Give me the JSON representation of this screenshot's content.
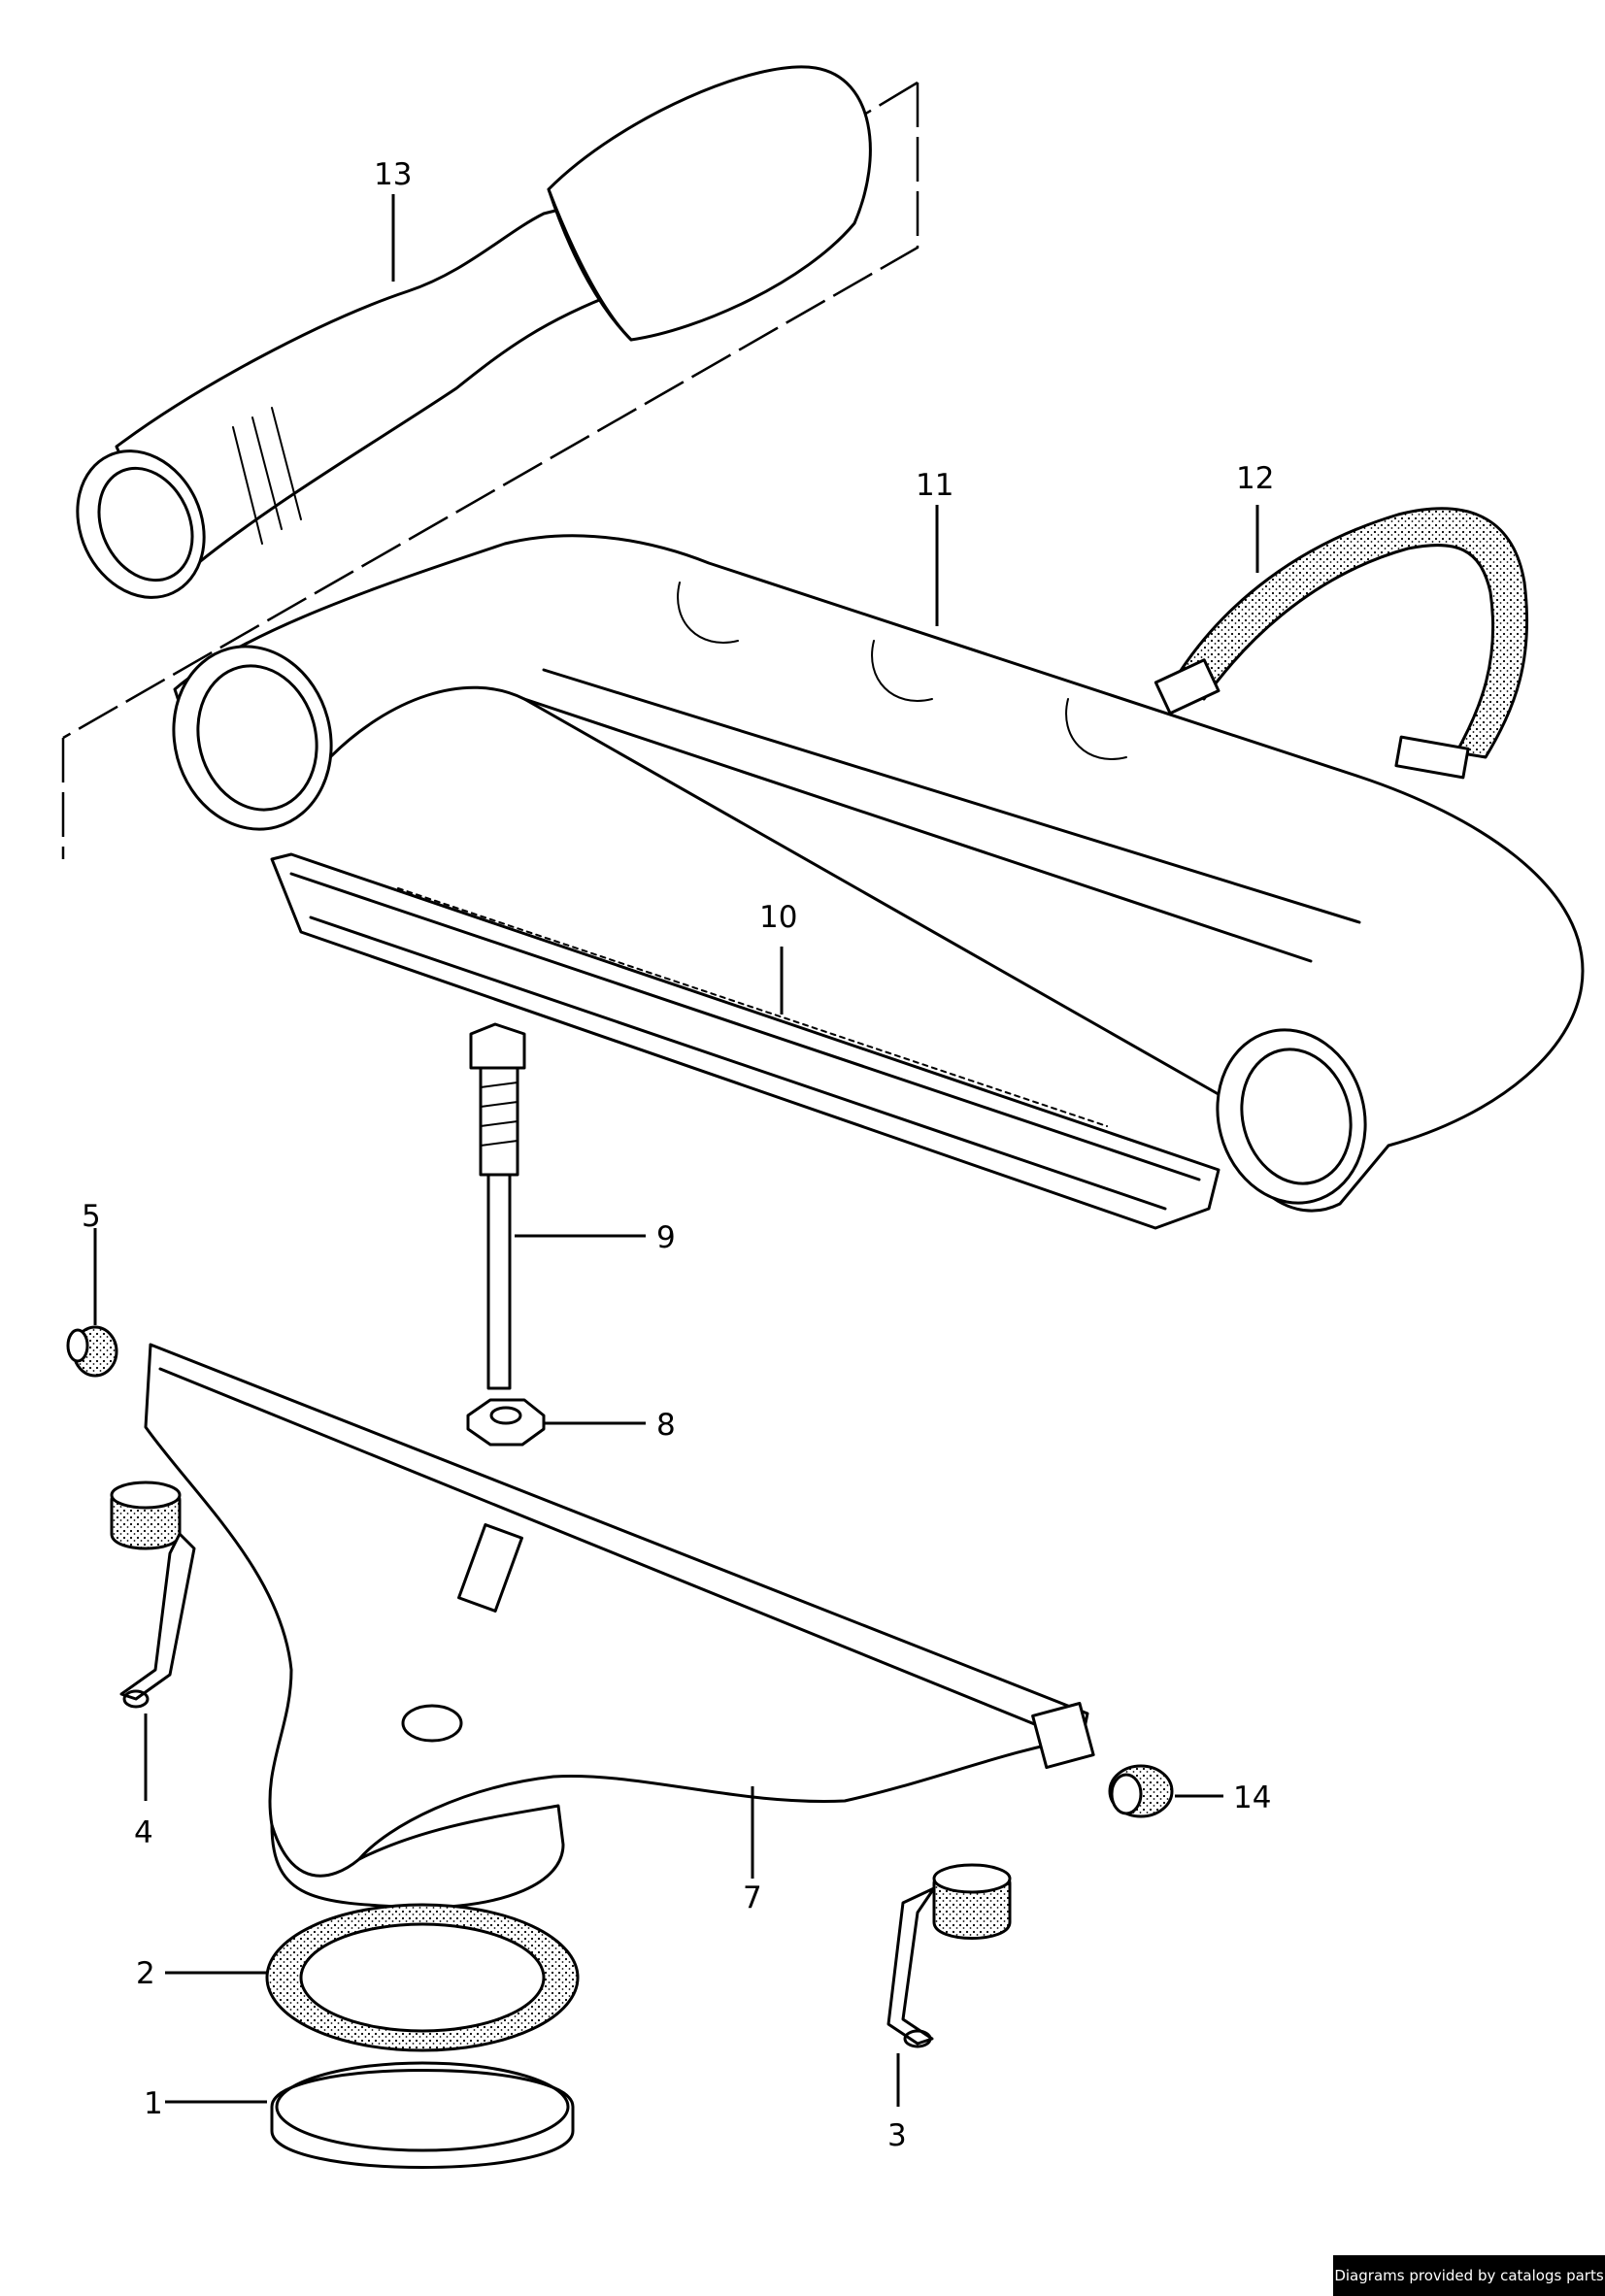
{
  "callouts": [
    {
      "id": "1",
      "label": "1"
    },
    {
      "id": "2",
      "label": "2"
    },
    {
      "id": "3",
      "label": "3"
    },
    {
      "id": "4",
      "label": "4"
    },
    {
      "id": "5",
      "label": "5"
    },
    {
      "id": "7",
      "label": "7"
    },
    {
      "id": "8",
      "label": "8"
    },
    {
      "id": "9",
      "label": "9"
    },
    {
      "id": "10",
      "label": "10"
    },
    {
      "id": "11",
      "label": "11"
    },
    {
      "id": "12",
      "label": "12"
    },
    {
      "id": "13",
      "label": "13"
    },
    {
      "id": "14",
      "label": "14"
    }
  ],
  "credit": "Diagrams provided by catalogs parts"
}
